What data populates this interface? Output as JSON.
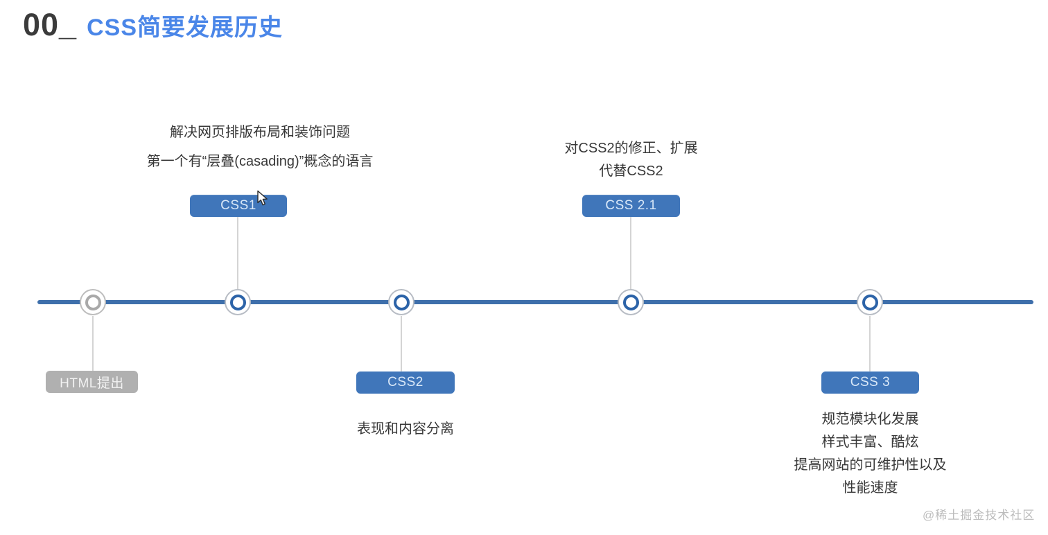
{
  "title": {
    "number": "00_",
    "text": "CSS简要发展历史"
  },
  "timeline": {
    "events": [
      {
        "id": "html",
        "label": "HTML提出",
        "style": "gray"
      },
      {
        "id": "css1",
        "label": "CSS1",
        "style": "blue"
      },
      {
        "id": "css2",
        "label": "CSS2",
        "style": "blue"
      },
      {
        "id": "css21",
        "label": "CSS 2.1",
        "style": "blue"
      },
      {
        "id": "css3",
        "label": "CSS 3",
        "style": "blue"
      }
    ]
  },
  "annotations": {
    "css1": [
      "解决网页排版布局和装饰问题",
      "第一个有“层叠(casading)”概念的语言"
    ],
    "css21": [
      "对CSS2的修正、扩展",
      "代替CSS2"
    ],
    "css2": [
      "表现和内容分离"
    ],
    "css3": [
      "规范模块化发展",
      "样式丰富、酷炫",
      "提高网站的可维护性以及",
      "性能速度"
    ]
  },
  "watermark": {
    "text": "@稀土掘金技术社区"
  },
  "colors": {
    "title_number": "#3b3b3b",
    "title_accent": "#4a86e8",
    "timeline_line": "#3e6fab",
    "node_ring_blue": "#2c63a8",
    "tag_blue": "#4076ba",
    "tag_gray": "#b0b0b0",
    "note_text": "#383838",
    "watermark_gray": "#bcbcbc"
  }
}
